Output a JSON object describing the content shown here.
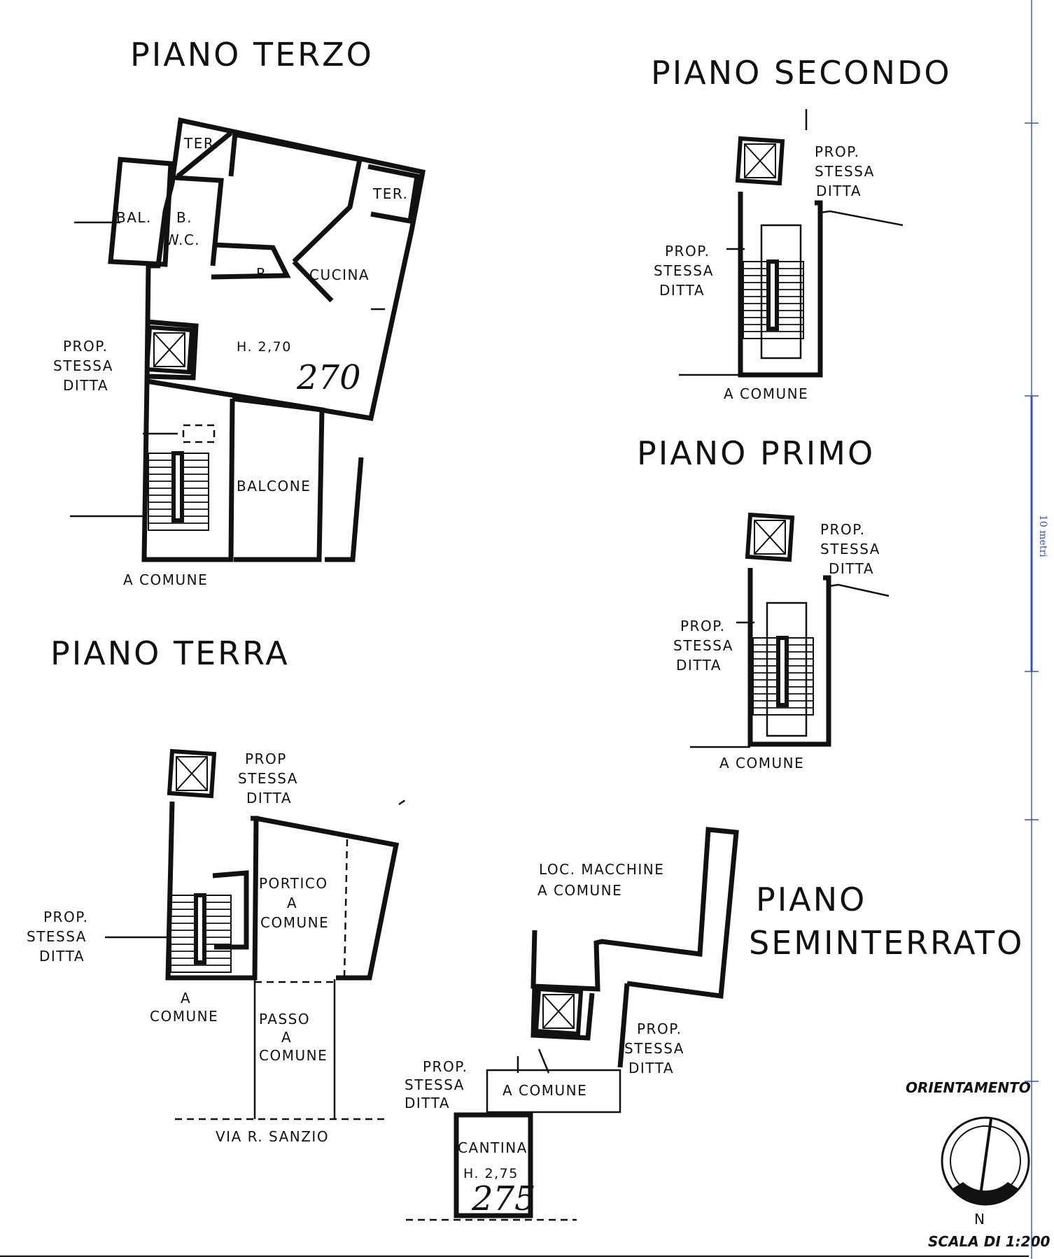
{
  "floors": {
    "terzo": {
      "title": "PIANO TERZO",
      "labels": {
        "ter_left": "TER.",
        "ter_right": "TER.",
        "bal": "BAL.",
        "b": "B.",
        "wc": "W.C.",
        "r": "R.",
        "cucina": "CUCINA",
        "prop1": "PROP.",
        "prop2": "STESSA",
        "prop3": "DITTA",
        "height": "H. 2,70",
        "height_hand": "270",
        "balcone": "BALCONE",
        "a_comune": "A COMUNE"
      }
    },
    "secondo": {
      "title": "PIANO SECONDO",
      "labels": {
        "propA1": "PROP.",
        "propA2": "STESSA",
        "propA3": "DITTA",
        "propB1": "PROP.",
        "propB2": "STESSA",
        "propB3": "DITTA",
        "a_comune": "A COMUNE"
      }
    },
    "primo": {
      "title": "PIANO PRIMO",
      "labels": {
        "propA1": "PROP.",
        "propA2": "STESSA",
        "propA3": "DITTA",
        "propB1": "PROP.",
        "propB2": "STESSA",
        "propB3": "DITTA",
        "a_comune": "A COMUNE"
      }
    },
    "terra": {
      "title": "PIANO TERRA",
      "labels": {
        "propA1": "PROP.",
        "propA2": "STESSA",
        "propA3": "DITTA",
        "propB1": "PROP",
        "propB2": "STESSA",
        "propB3": "DITTA",
        "portico1": "PORTICO",
        "portico2": "A",
        "portico3": "COMUNE",
        "a_comune1": "A",
        "a_comune2": "COMUNE",
        "passo1": "PASSO",
        "passo2": "A",
        "passo3": "COMUNE",
        "via": "VIA R. SANZIO"
      }
    },
    "seminterrato": {
      "title_line1": "PIANO",
      "title_line2": "SEMINTERRATO",
      "labels": {
        "loc1": "LOC. MACCHINE",
        "loc2": "A COMUNE",
        "propA1": "PROP.",
        "propA2": "STESSA",
        "propA3": "DITTA",
        "propB1": "PROP.",
        "propB2": "STESSA",
        "propB3": "DITTA",
        "a_comune": "A COMUNE",
        "cantina": "CANTINA",
        "height": "H. 2,75",
        "height_hand": "275"
      }
    }
  },
  "orientation": {
    "label": "ORIENTAMENTO",
    "north": "N"
  },
  "scale": {
    "text": "SCALA DI 1:200",
    "ruler": "10 metri"
  },
  "colors": {
    "ink": "#111111",
    "ruler": "#3050d8"
  }
}
